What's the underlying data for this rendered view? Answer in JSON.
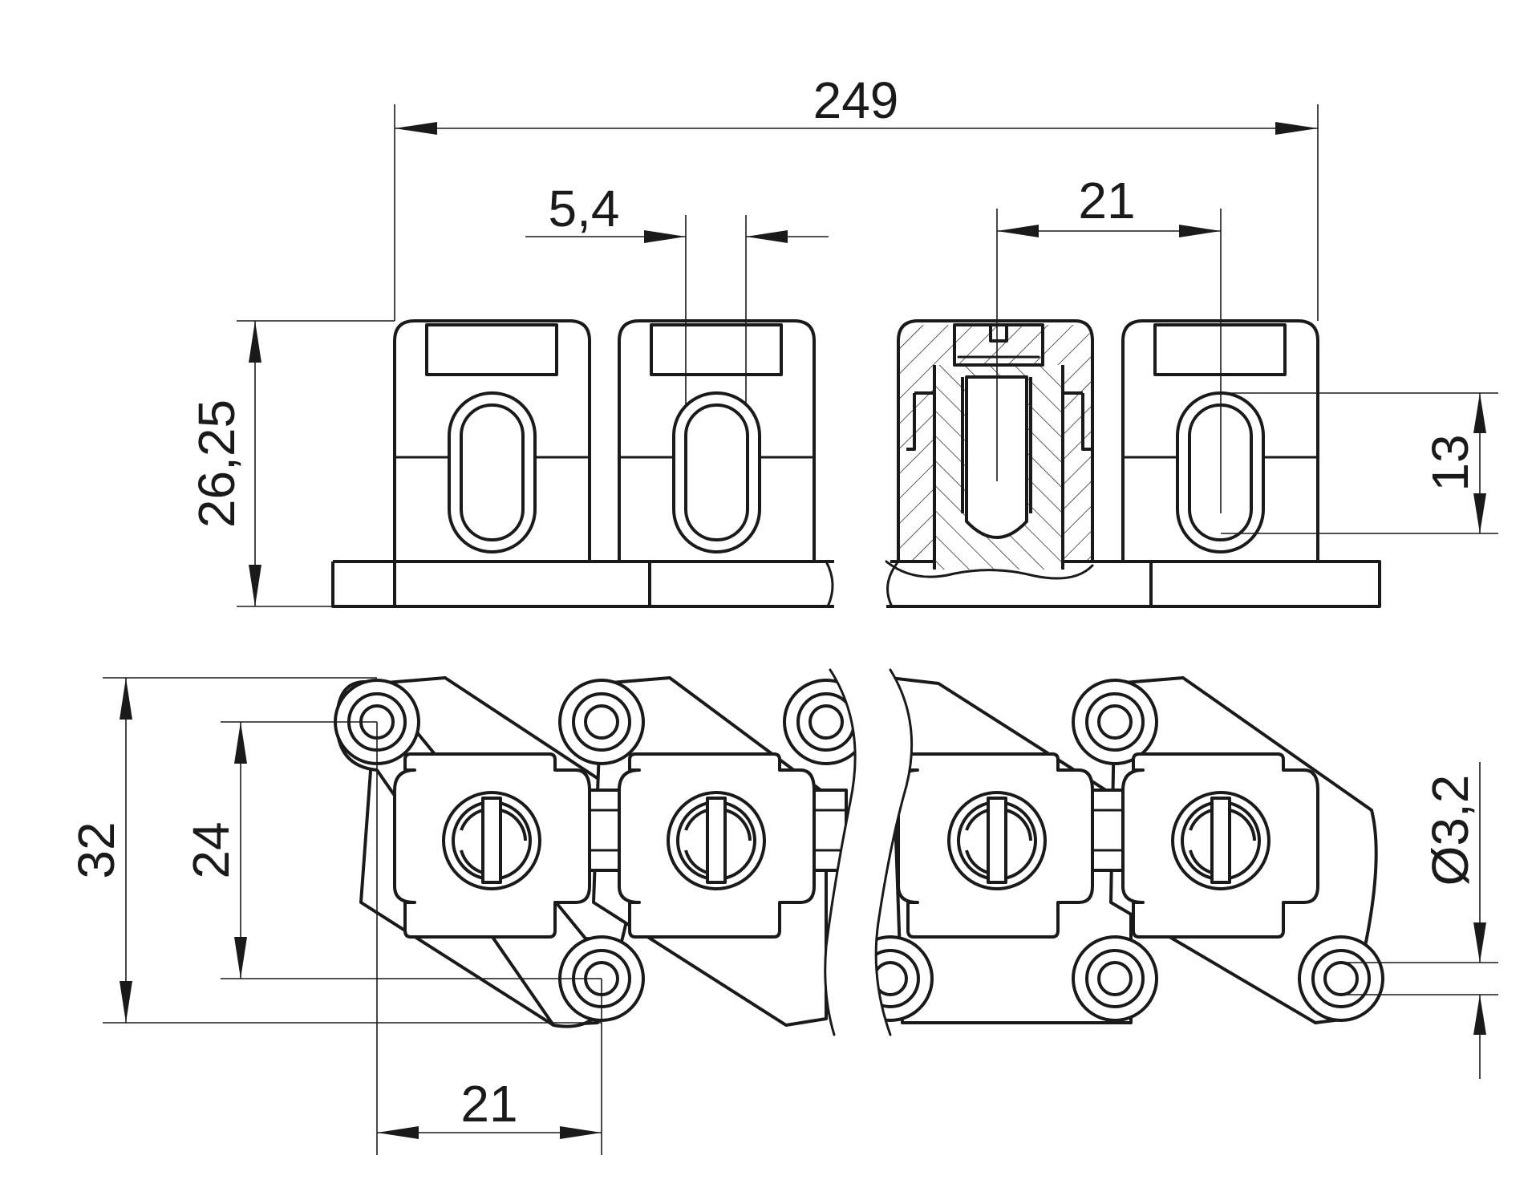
{
  "drawing": {
    "dimensions": {
      "overall_length": "249",
      "slot_width": "5,4",
      "pitch_top": "21",
      "height": "26,25",
      "slot_height": "13",
      "width": "32",
      "hole_spacing": "24",
      "pitch_bottom": "21",
      "hole_diameter": "Ø3,2"
    },
    "colors": {
      "line": "#1a1a1a",
      "background": "#ffffff"
    }
  }
}
